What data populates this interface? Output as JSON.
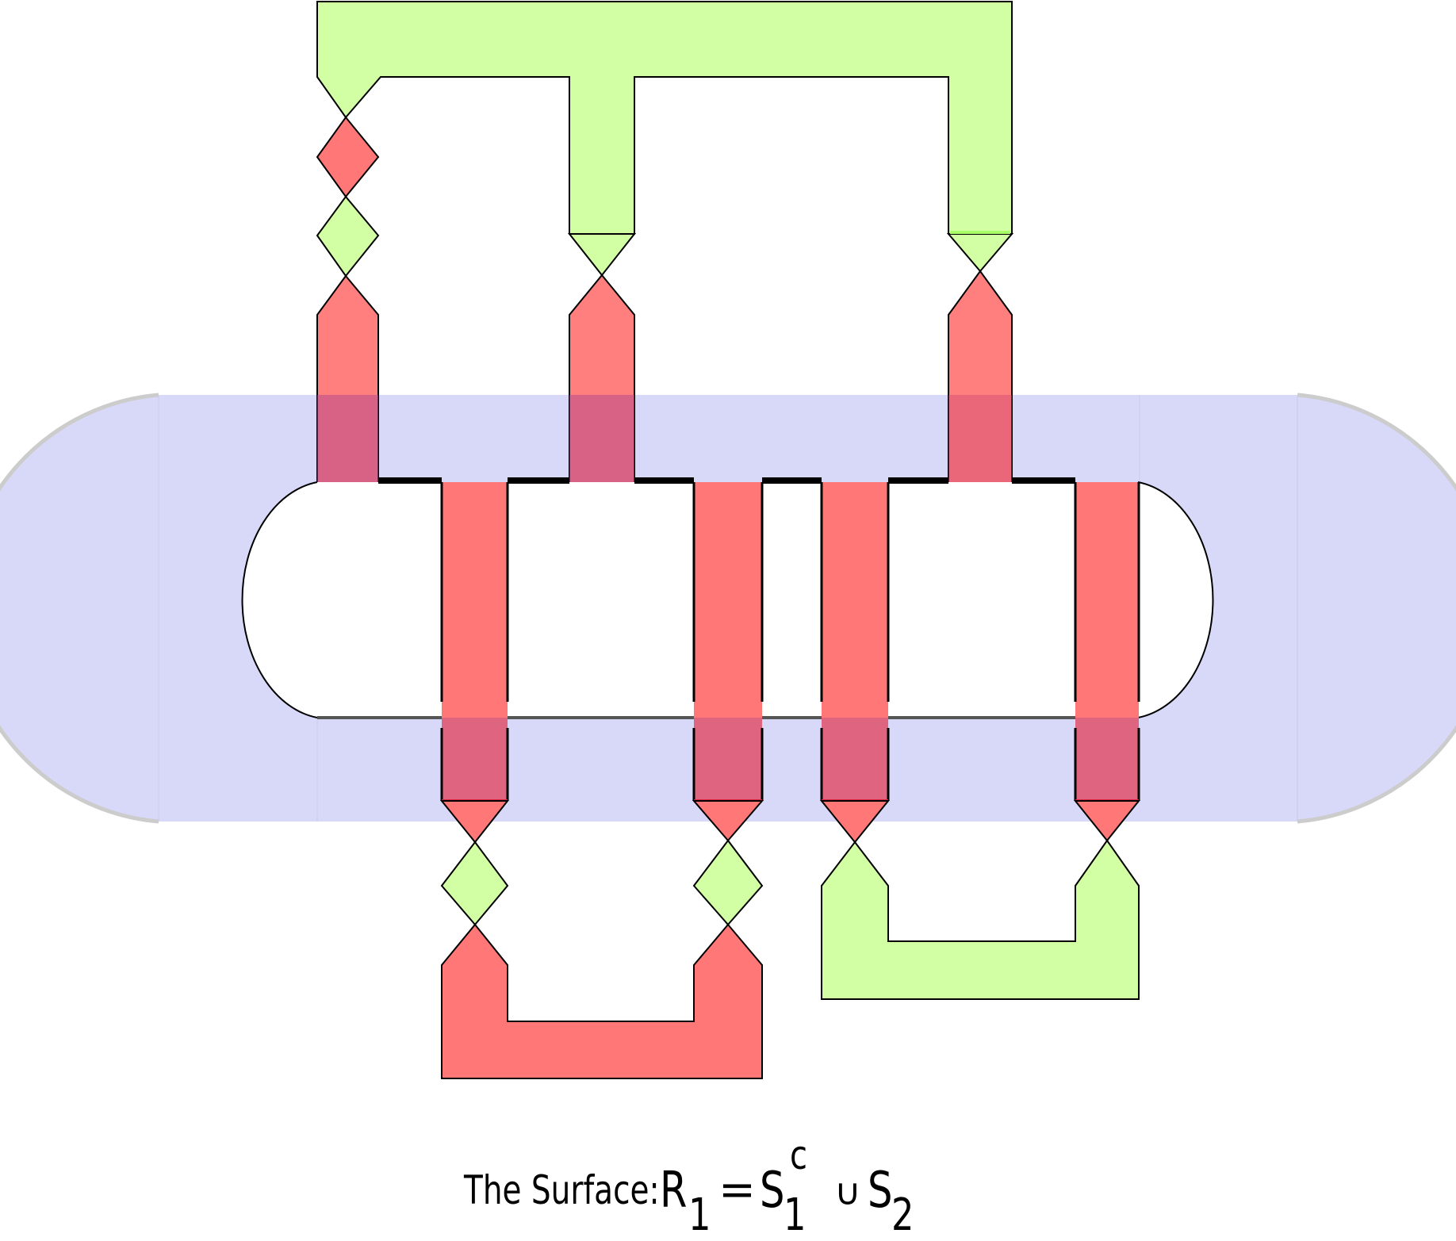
{
  "colors": {
    "blue_band": "#d8d9f9",
    "red_band": "#ff7777",
    "green_band": "#d2ffa3",
    "outline": "#000000",
    "cap_arc": "#cccccc"
  },
  "caption": {
    "text": "The Surface:",
    "r": "R",
    "r_sub": "1",
    "equals": "=",
    "s1": "S",
    "s1_sup": "c",
    "s1_sub": "1",
    "cup": "∪",
    "s2": "S",
    "s2_sub": "2"
  }
}
